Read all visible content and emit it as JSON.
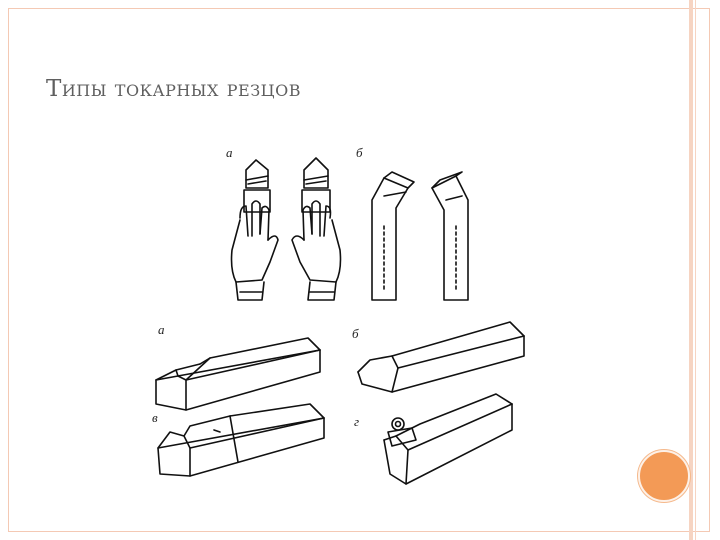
{
  "slide": {
    "title": "Типы токарных резцов"
  },
  "figure": {
    "top_labels": [
      "а",
      "б"
    ],
    "bottom_labels": [
      "а",
      "б",
      "в",
      "г"
    ]
  },
  "theme": {
    "accent": "#f39a56",
    "frame": "#f4c9b4",
    "title_color": "#5f5f5f"
  }
}
